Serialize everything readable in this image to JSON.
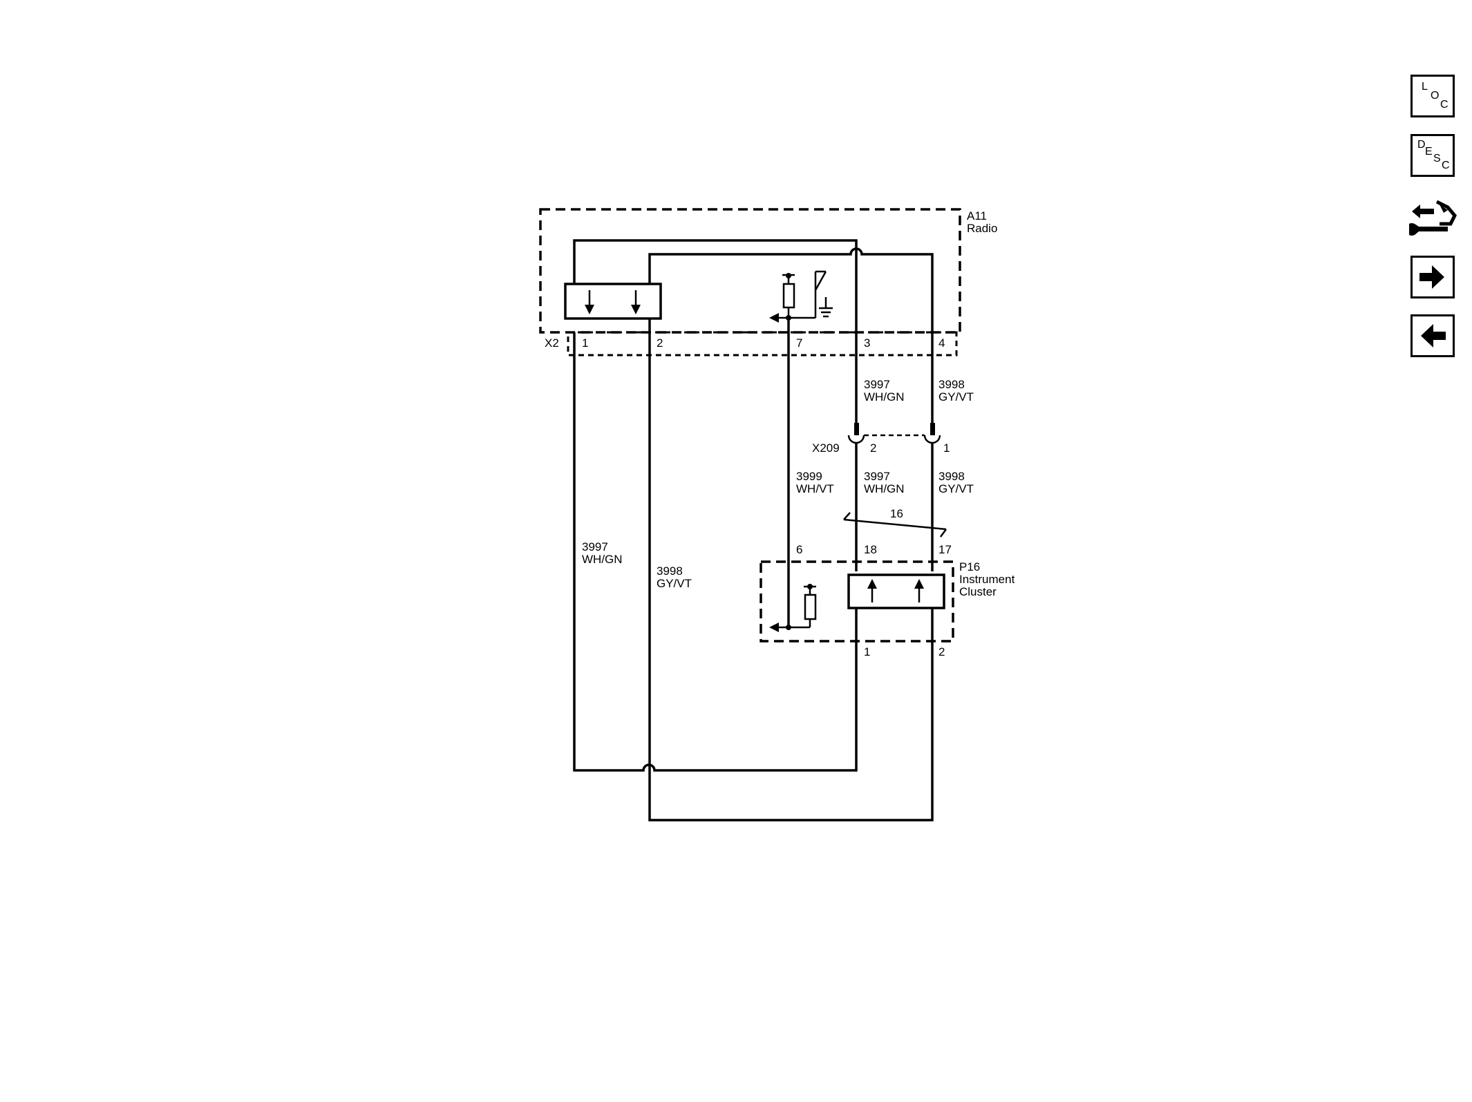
{
  "components": {
    "radio": {
      "ref": "A11",
      "name": "Radio",
      "connector": "X2",
      "pins": [
        "1",
        "2",
        "7",
        "3",
        "4"
      ]
    },
    "inline_connector": {
      "ref": "X209",
      "pins": [
        "2",
        "1"
      ]
    },
    "cluster": {
      "ref": "P16",
      "name_line1": "Instrument",
      "name_line2": "Cluster",
      "pins_top": [
        "6",
        "18",
        "17"
      ],
      "pins_bottom": [
        "1",
        "2"
      ]
    },
    "splice_label": "16"
  },
  "wires": {
    "w3997_radio": {
      "circuit": "3997",
      "color": "WH/GN"
    },
    "w3998_radio": {
      "circuit": "3998",
      "color": "GY/VT"
    },
    "w3997_cluster": {
      "circuit": "3997",
      "color": "WH/GN"
    },
    "w3998_cluster": {
      "circuit": "3998",
      "color": "GY/VT"
    },
    "w3999": {
      "circuit": "3999",
      "color": "WH/VT"
    },
    "w3997_left": {
      "circuit": "3997",
      "color": "WH/GN"
    },
    "w3998_left": {
      "circuit": "3998",
      "color": "GY/VT"
    }
  },
  "nav": {
    "loc": {
      "l1": "L",
      "l2": "O",
      "l3": "C"
    },
    "desc": {
      "l1": "D",
      "l2": "E",
      "l3": "S",
      "l4": "C"
    },
    "icons": [
      "connector-wrench-icon",
      "arrow-right-icon",
      "arrow-left-icon"
    ]
  }
}
